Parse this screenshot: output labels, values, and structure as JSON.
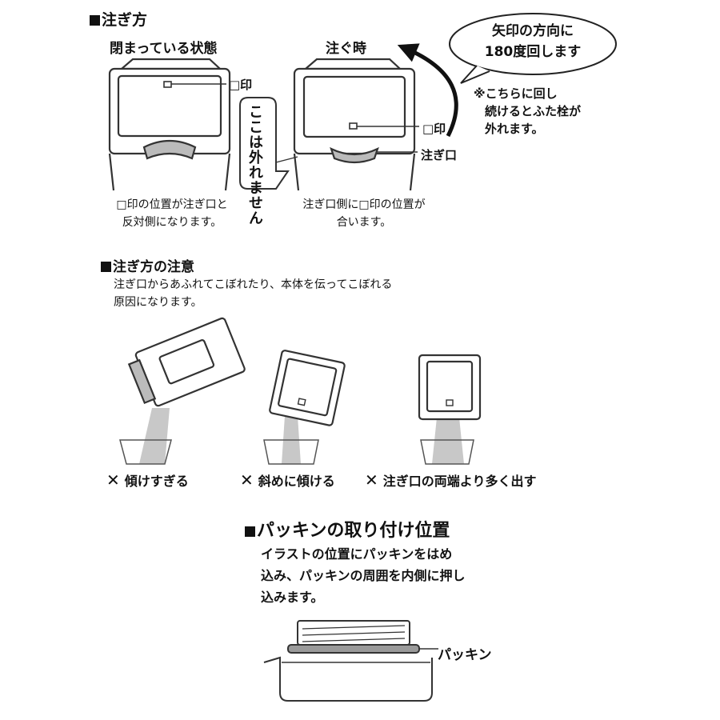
{
  "section1": {
    "heading": "注ぎ方",
    "closed_label": "閉まっている状態",
    "pour_label": "注ぐ時",
    "mark_closed": "□印",
    "mark_open": "□印",
    "spout_label": "注ぎ口",
    "cannot_remove": "ここは外れません",
    "bubble_line1": "矢印の方向に",
    "bubble_line2": "180度回します",
    "warning_line1": "※こちらに回し",
    "warning_line2": "続けるとふた栓が",
    "warning_line3": "外れます。",
    "closed_caption_line1": "□印の位置が注ぎ口と",
    "closed_caption_line2": "反対側になります。",
    "open_caption_line1": "注ぎ口側に□印の位置が",
    "open_caption_line2": "合います。"
  },
  "section2": {
    "heading": "注ぎ方の注意",
    "desc_line1": "注ぎ口からあふれてこぼれたり、本体を伝ってこぼれる",
    "desc_line2": "原因になります。",
    "ng1": "傾けすぎる",
    "ng2": "斜めに傾ける",
    "ng3": "注ぎ口の両端より多く出す"
  },
  "section3": {
    "heading": "パッキンの取り付け位置",
    "desc_line1": "イラストの位置にパッキンをはめ",
    "desc_line2": "込み、パッキンの周囲を内側に押し",
    "desc_line3": "込みます。",
    "gasket_label": "パッキン"
  },
  "colors": {
    "line": "#333333",
    "flow": "#c8c8c8",
    "gray": "#9a9a9a"
  }
}
